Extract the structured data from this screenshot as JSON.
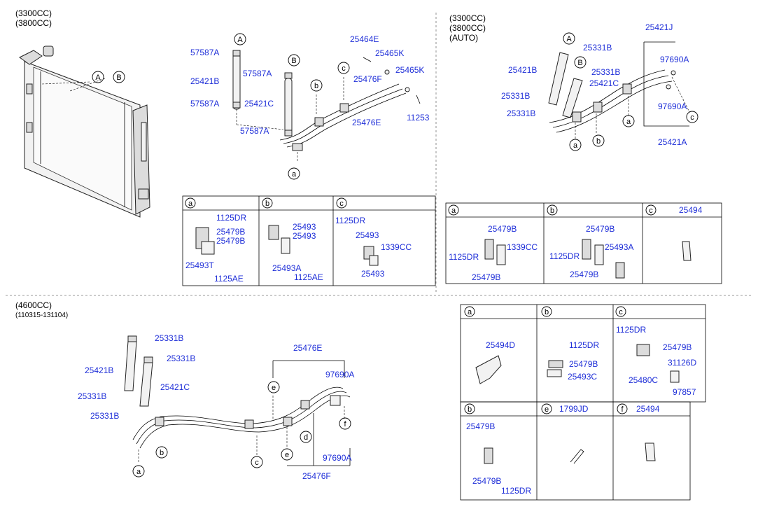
{
  "sections": {
    "top_left": [
      "(3300CC)",
      "(3800CC)"
    ],
    "top_right": [
      "(3300CC)",
      "(3800CC)",
      "(AUTO)"
    ],
    "bottom": [
      "(4600CC)",
      "(110315-131104)"
    ]
  },
  "callouts": [
    "A",
    "B",
    "a",
    "b",
    "c",
    "d",
    "e",
    "f"
  ],
  "parts": {
    "p57587A": "57587A",
    "p25421B": "25421B",
    "p25421C": "25421C",
    "p25464E": "25464E",
    "p25465K": "25465K",
    "p25476F": "25476F",
    "p25476E": "25476E",
    "p11253": "11253",
    "p25421J": "25421J",
    "p97690A": "97690A",
    "p25331B": "25331B",
    "p25421A": "25421A",
    "p1125DR": "1125DR",
    "p25479B": "25479B",
    "p25493T": "25493T",
    "p1125AE": "1125AE",
    "p25493": "25493",
    "p25493A": "25493A",
    "p1339CC": "1339CC",
    "p25494": "25494",
    "p25494D": "25494D",
    "p25493C": "25493C",
    "p31126D": "31126D",
    "p25480C": "25480C",
    "p97857": "97857",
    "p1799JD": "1799JD"
  }
}
